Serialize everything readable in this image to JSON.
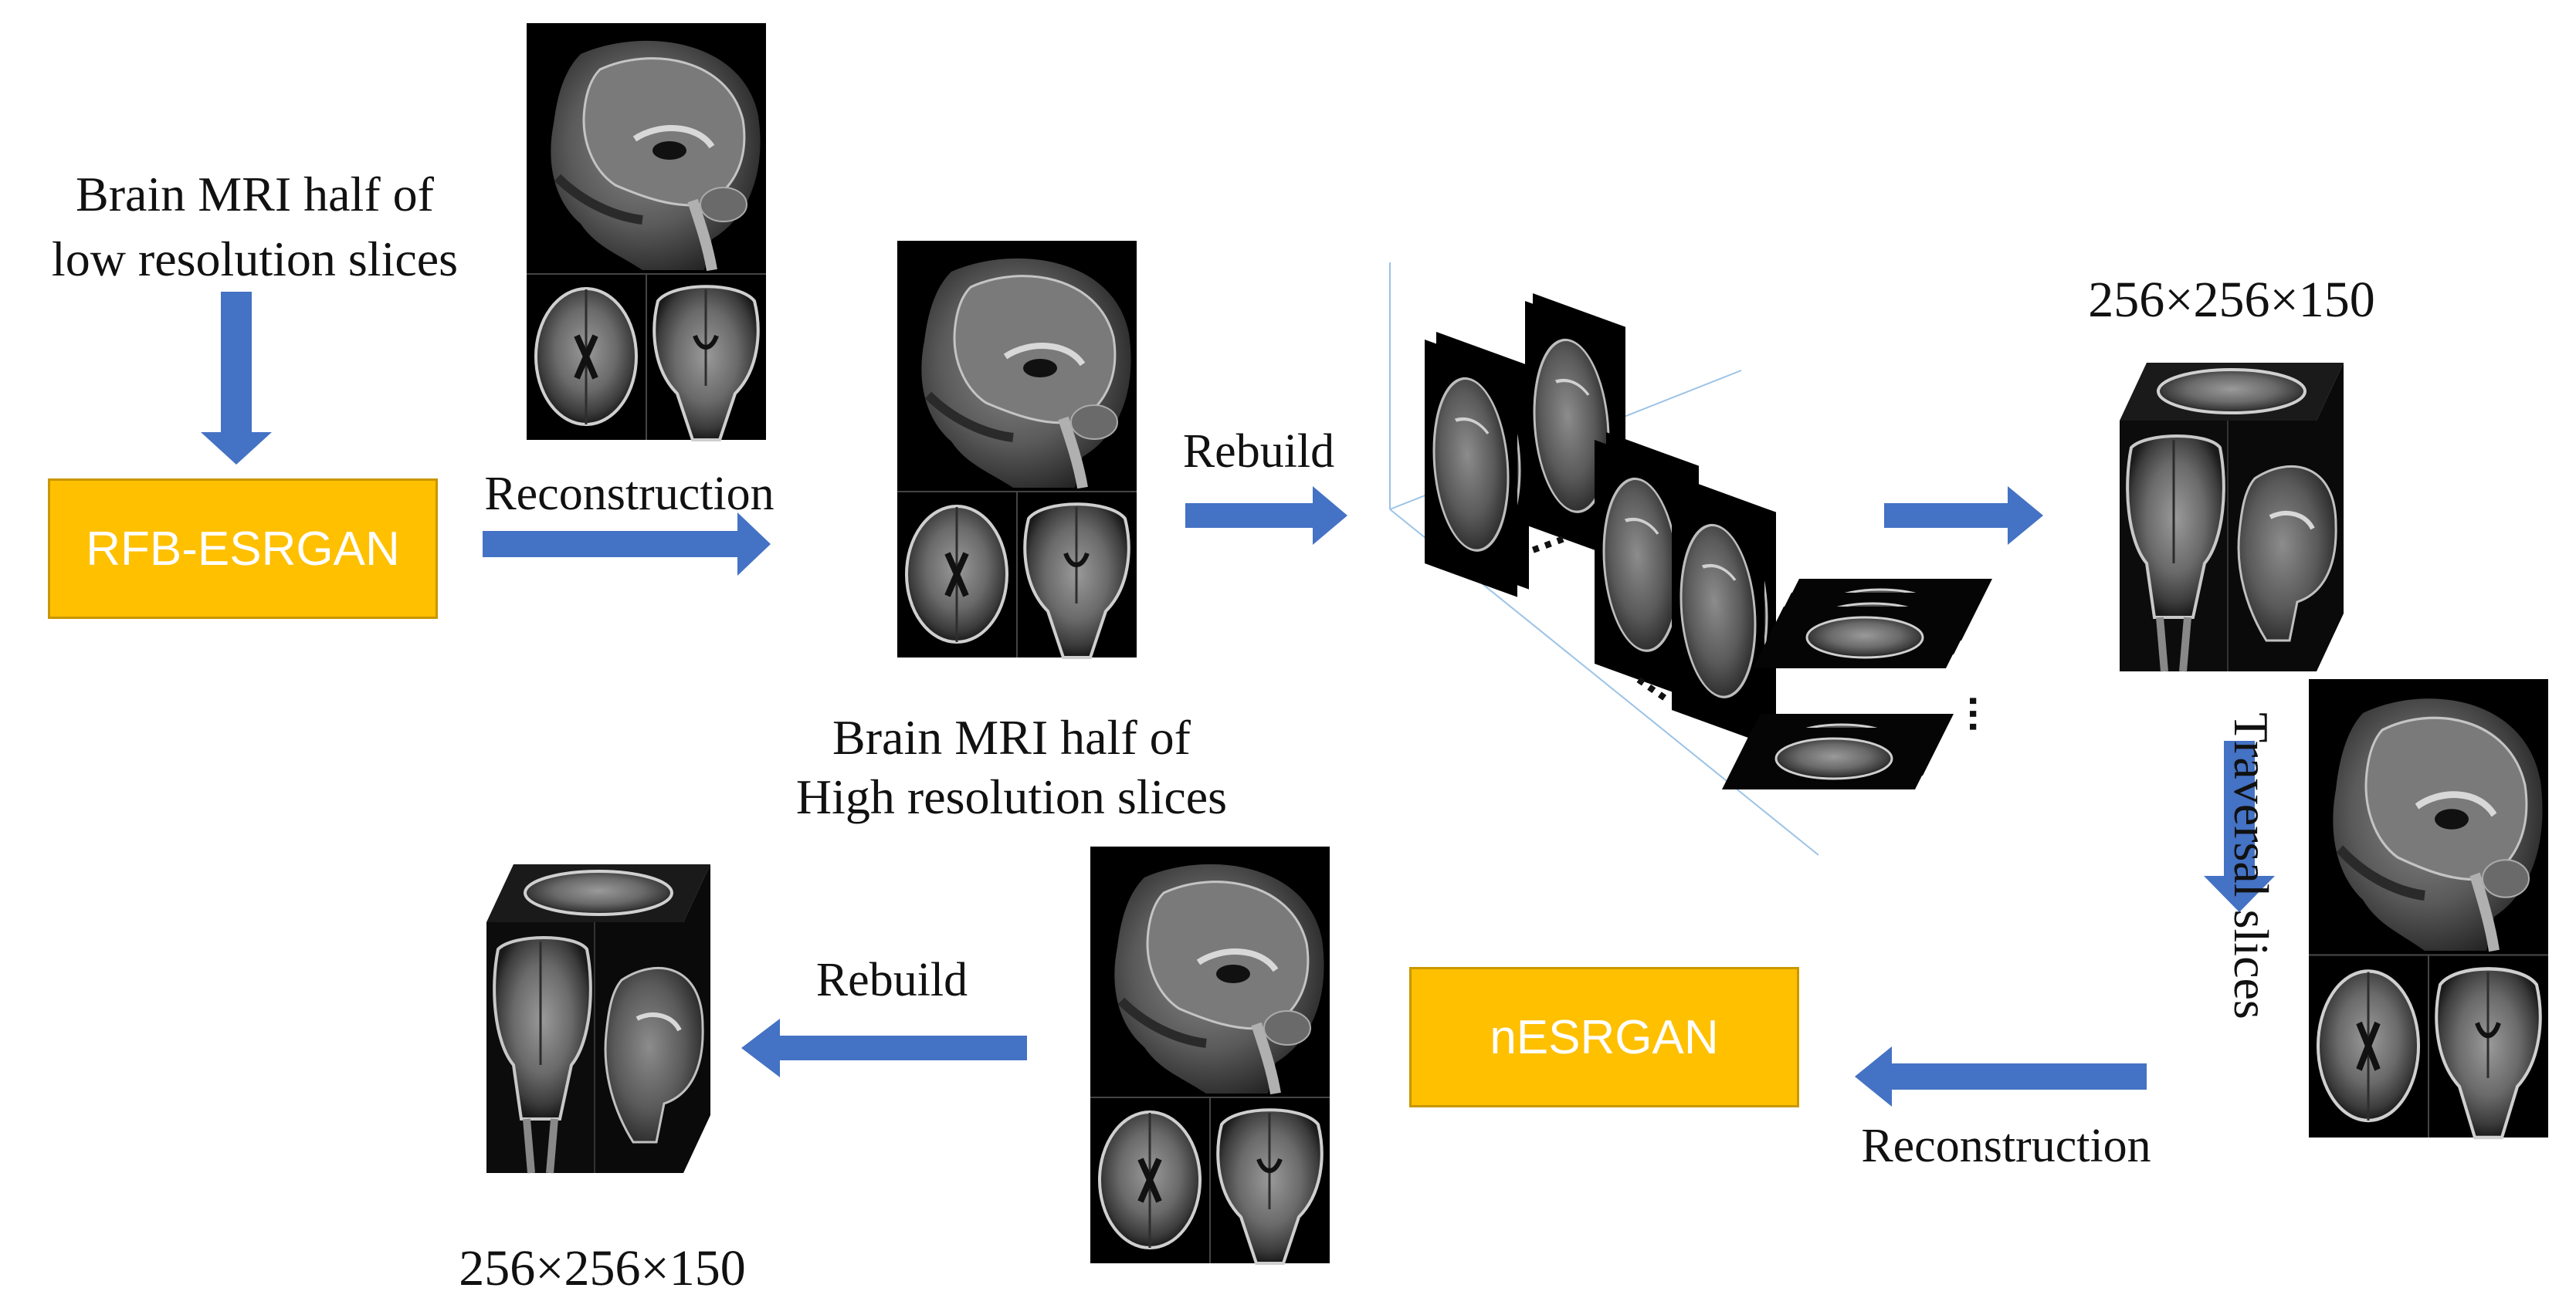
{
  "labels": {
    "input_line1": "Brain MRI half of",
    "input_line2": "low resolution slices",
    "output_line1": "Brain MRI half of",
    "output_line2": "High resolution slices",
    "reconstruction_top": "Reconstruction",
    "rebuild_top": "Rebuild",
    "reconstruction_bottom": "Reconstruction",
    "rebuild_bottom": "Rebuild",
    "traversal": "Traversal slices",
    "dims_top": "256×256×150",
    "dims_bottom": "256×256×150",
    "dots": "···"
  },
  "boxes": {
    "rfb": "RFB-ESRGAN",
    "nesrgan": "nESRGAN"
  },
  "colors": {
    "arrow": "#4472C4",
    "box_fill": "#FFC000",
    "box_text": "#FFFFFF",
    "mri_bg": "#000000"
  }
}
